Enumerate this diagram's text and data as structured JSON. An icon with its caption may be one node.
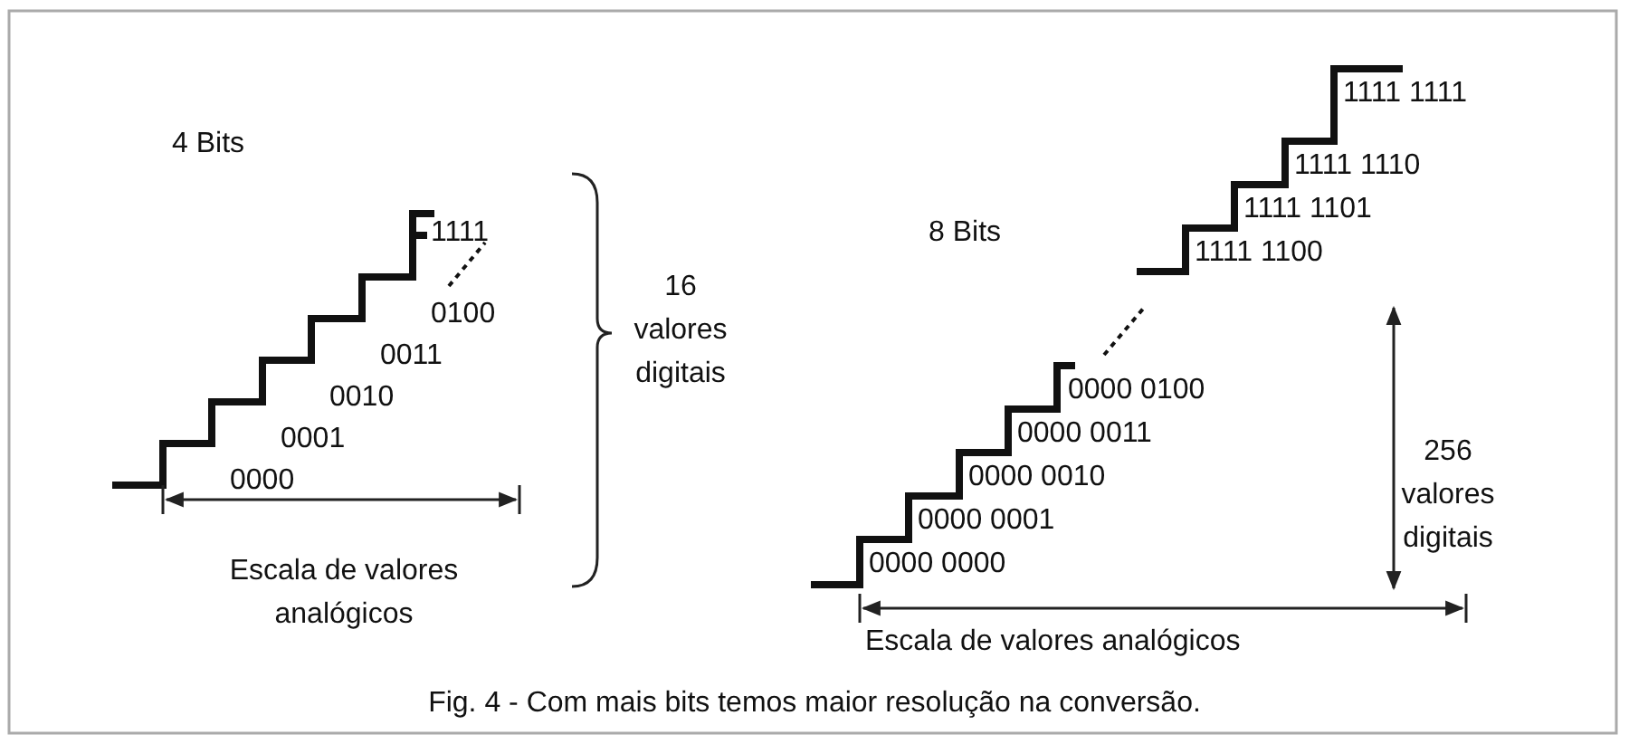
{
  "diagram": {
    "caption": "Fig. 4 - Com mais bits temos maior resolução na conversão.",
    "labels": [
      "4 Bits",
      "1111",
      "0100",
      "0011",
      "0010",
      "0001",
      "0000",
      "16 valores digitais",
      "Escala de valores analógicos",
      "8 Bits",
      "1111 1111",
      "1111 1110",
      "1111 1101",
      "1111 1100",
      "0000 0100",
      "0000 0011",
      "0000 0010",
      "0000 0001",
      "0000 0000",
      "256 valores digitais",
      "Escala de valores analógicos"
    ]
  }
}
